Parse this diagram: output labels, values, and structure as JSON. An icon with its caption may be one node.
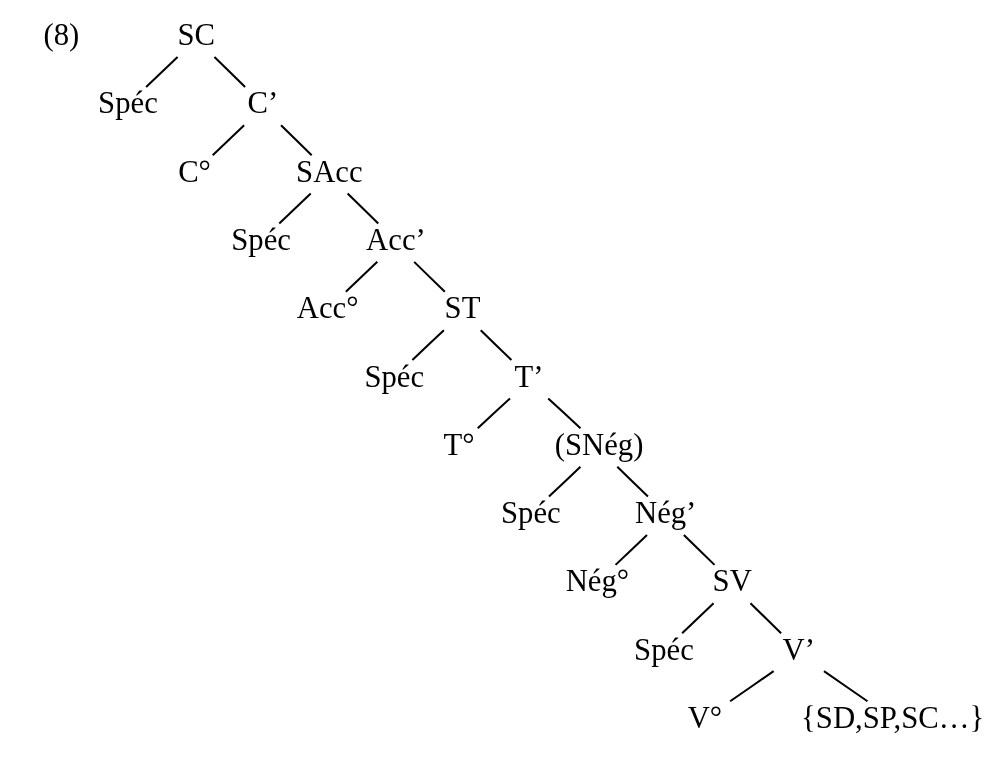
{
  "diagram": {
    "nodes": [
      {
        "text": [
          "SC"
        ]
      },
      {
        "text": [
          "Spéc"
        ]
      },
      {
        "text": [
          "C’"
        ]
      },
      {
        "text": [
          "C°"
        ]
      },
      {
        "text": [
          "SAcc"
        ]
      },
      {
        "text": [
          "Spéc"
        ]
      },
      {
        "text": [
          "Acc’"
        ]
      },
      {
        "text": [
          "Acc°"
        ]
      },
      {
        "text": [
          "ST"
        ]
      },
      {
        "text": [
          "Spéc"
        ]
      },
      {
        "text": [
          "T’"
        ]
      },
      {
        "text": [
          "T°"
        ]
      },
      {
        "text": [
          "(SNég)"
        ]
      },
      {
        "text": [
          "Spéc"
        ]
      },
      {
        "text": [
          "Nég’"
        ]
      },
      {
        "text": [
          "Nég°"
        ]
      },
      {
        "text": [
          "SV"
        ]
      },
      {
        "text": [
          "Spéc"
        ]
      },
      {
        "text": [
          "V’"
        ]
      },
      {
        "text": [
          "V°"
        ]
      },
      {
        "text": [
          "{SD,SP,SC…}"
        ]
      }
    ],
    "edges": [
      {
        "from": 0,
        "to": 1,
        "arrow": "none"
      },
      {
        "from": 0,
        "to": 2,
        "arrow": "none"
      },
      {
        "from": 2,
        "to": 3,
        "arrow": "none"
      },
      {
        "from": 2,
        "to": 4,
        "arrow": "none"
      },
      {
        "from": 4,
        "to": 5,
        "arrow": "none"
      },
      {
        "from": 4,
        "to": 6,
        "arrow": "none"
      },
      {
        "from": 6,
        "to": 7,
        "arrow": "none"
      },
      {
        "from": 6,
        "to": 8,
        "arrow": "none"
      },
      {
        "from": 8,
        "to": 9,
        "arrow": "none"
      },
      {
        "from": 8,
        "to": 10,
        "arrow": "none"
      },
      {
        "from": 10,
        "to": 11,
        "arrow": "none"
      },
      {
        "from": 10,
        "to": 12,
        "arrow": "none"
      },
      {
        "from": 12,
        "to": 13,
        "arrow": "none"
      },
      {
        "from": 12,
        "to": 14,
        "arrow": "none"
      },
      {
        "from": 14,
        "to": 15,
        "arrow": "none"
      },
      {
        "from": 14,
        "to": 16,
        "arrow": "none"
      },
      {
        "from": 16,
        "to": 17,
        "arrow": "none"
      },
      {
        "from": 16,
        "to": 18,
        "arrow": "none"
      },
      {
        "from": 18,
        "to": 19,
        "arrow": "none"
      },
      {
        "from": 18,
        "to": 20,
        "arrow": "none"
      }
    ],
    "labels": [
      "(8)"
    ]
  }
}
